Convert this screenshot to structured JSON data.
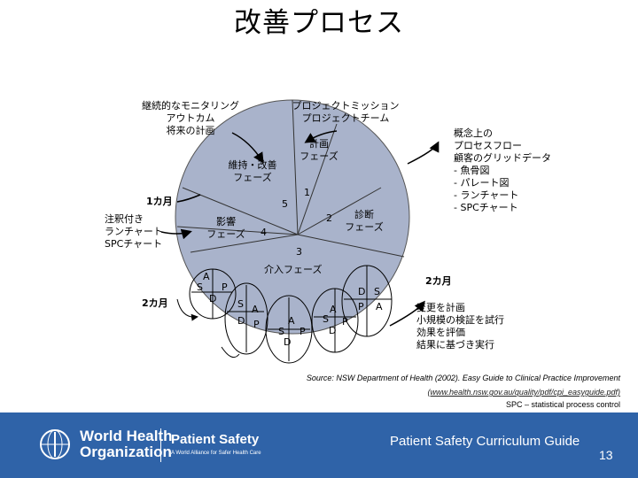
{
  "title": "改善プロセス",
  "labels": {
    "monitoring": [
      "継続的なモニタリング",
      "アウトカム",
      "将来の計画"
    ],
    "project": [
      "プロジェクトミッション",
      "プロジェクトチーム"
    ],
    "concept": [
      "概念上の",
      "プロセスフロー",
      "顧客のグリッドデータ",
      "- 魚骨図",
      "- パレート図",
      "- ランチャート",
      "- SPCチャート"
    ],
    "planning_phase": [
      "計画",
      "フェーズ"
    ],
    "maintenance_phase": [
      "維持・改善",
      "フェーズ"
    ],
    "impact_phase": [
      "影響",
      "フェーズ"
    ],
    "diagnosis_phase": [
      "診断",
      "フェーズ"
    ],
    "intervention_phase": "介入フェーズ",
    "one_month": "1カ月",
    "two_months_left": "2カ月",
    "two_months_right": "2カ月",
    "annotated": [
      "注釈付き",
      "ランチャート",
      "SPCチャート"
    ],
    "change_steps": [
      "変更を計画",
      "小規模の検証を試行",
      "効果を評価",
      "結果に基づき実行"
    ],
    "n1": "1",
    "n2": "2",
    "n3": "3",
    "n4": "4",
    "n5": "5"
  },
  "pdsa": {
    "p": "P",
    "d": "D",
    "s": "S",
    "a": "A"
  },
  "source": {
    "line1": "Source: NSW Department of Health (2002). Easy Guide to Clinical Practice Improvement",
    "line2": "(www.health.nsw.gov.au/quality/pdf/cpi_easyguide.pdf)",
    "line3": "SPC – statistical process control"
  },
  "footer": {
    "who_line1": "World Health",
    "who_line2": "Organization",
    "ps_title": "Patient Safety",
    "ps_sub": "A World Alliance for Safer Health Care",
    "guide": "Patient Safety Curriculum Guide",
    "page": "13"
  },
  "colors": {
    "circle": "#a9b3cb",
    "footer": "#2f63a8"
  }
}
